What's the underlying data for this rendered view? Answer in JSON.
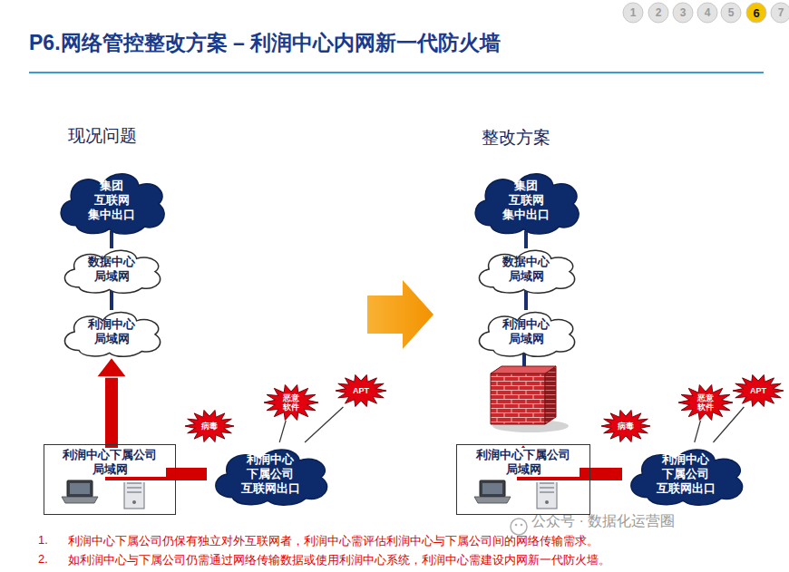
{
  "diagram": {
    "title": "P6.网络管控整改方案 – 利润中心内网新一代防火墙",
    "nodes": [
      {
        "text": [
          "集团 互联网 集中出口"
        ]
      },
      {
        "text": [
          "数据中心 局域网"
        ]
      },
      {
        "text": [
          "利润中心 局域网"
        ]
      },
      {
        "text": [
          "利润中心下属公司 局域网"
        ]
      },
      {
        "text": [
          "利润中心 下属公司 互联网出口"
        ]
      },
      {
        "text": [
          "病毒"
        ]
      },
      {
        "text": [
          "恶意 软件"
        ]
      },
      {
        "text": [
          "APT"
        ]
      },
      {
        "text": [
          "集团 互联网 集中出口"
        ]
      },
      {
        "text": [
          "数据中心 局域网"
        ]
      },
      {
        "text": [
          "利润中心 局域网"
        ]
      },
      {
        "text": [
          "利润中心下属公司 局域网"
        ]
      },
      {
        "text": [
          "利润中心 下属公司 互联网出口"
        ]
      },
      {
        "text": [
          "病毒"
        ]
      },
      {
        "text": [
          "恶意 软件"
        ]
      },
      {
        "text": [
          "APT"
        ]
      }
    ],
    "edges": [
      {
        "from": 0,
        "to": 1,
        "arrow": "none"
      },
      {
        "from": 1,
        "to": 2,
        "arrow": "none"
      },
      {
        "from": 4,
        "to": 2,
        "arrow": "to"
      },
      {
        "from": 5,
        "to": 4,
        "arrow": "none"
      },
      {
        "from": 6,
        "to": 4,
        "arrow": "none"
      },
      {
        "from": 7,
        "to": 4,
        "arrow": "none"
      },
      {
        "from": 8,
        "to": 9,
        "arrow": "none"
      },
      {
        "from": 9,
        "to": 10,
        "arrow": "none"
      },
      {
        "from": 12,
        "to": 11,
        "arrow": "to"
      },
      {
        "from": 13,
        "to": 12,
        "arrow": "none"
      },
      {
        "from": 14,
        "to": 12,
        "arrow": "none"
      },
      {
        "from": 15,
        "to": 12,
        "arrow": "none"
      }
    ],
    "labels": [
      "1",
      "2",
      "3",
      "4",
      "5",
      "6",
      "7",
      "现况问题",
      "整改方案",
      "1.",
      "利润中心下属公司仍保有独立对外互联网者，利润中心需评估利润中心与下属公司间的网络传输需求。",
      "2.",
      "如利润中心与下属公司仍需通过网络传输数据或使用利润中心系统，利润中心需建设内网新一代防火墙。",
      "公众号 · 数据化运营圈"
    ]
  }
}
